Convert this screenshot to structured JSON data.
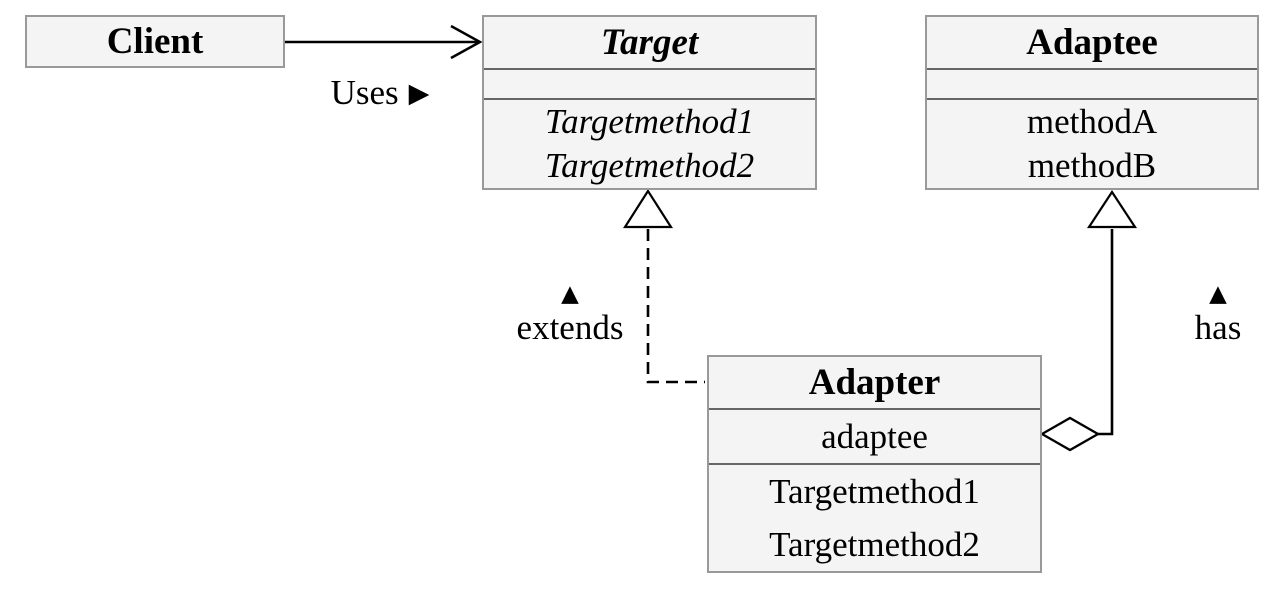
{
  "colors": {
    "background": "#ffffff",
    "box_fill": "#f4f4f4",
    "box_border": "#999999",
    "divider": "#666666",
    "line": "#000000",
    "text": "#000000"
  },
  "classes": {
    "client": {
      "title": "Client"
    },
    "target": {
      "title": "Target",
      "attributes": [],
      "methods": [
        "Targetmethod1",
        "Targetmethod2"
      ]
    },
    "adaptee": {
      "title": "Adaptee",
      "attributes": [],
      "methods": [
        "methodA",
        "methodB"
      ]
    },
    "adapter": {
      "title": "Adapter",
      "attributes": [
        "adaptee"
      ],
      "methods": [
        "Targetmethod1",
        "Targetmethod2"
      ]
    }
  },
  "labels": {
    "uses": {
      "text": "Uses",
      "icon": "▶"
    },
    "extends": {
      "text": "extends",
      "icon": "▲"
    },
    "has": {
      "text": "has",
      "icon": "▲"
    }
  },
  "relationships": [
    {
      "from": "Client",
      "to": "Target",
      "type": "association",
      "label": "Uses"
    },
    {
      "from": "Adapter",
      "to": "Target",
      "type": "realization",
      "label": "extends"
    },
    {
      "from": "Adapter",
      "to": "Adaptee",
      "type": "aggregation",
      "label": "has"
    }
  ]
}
